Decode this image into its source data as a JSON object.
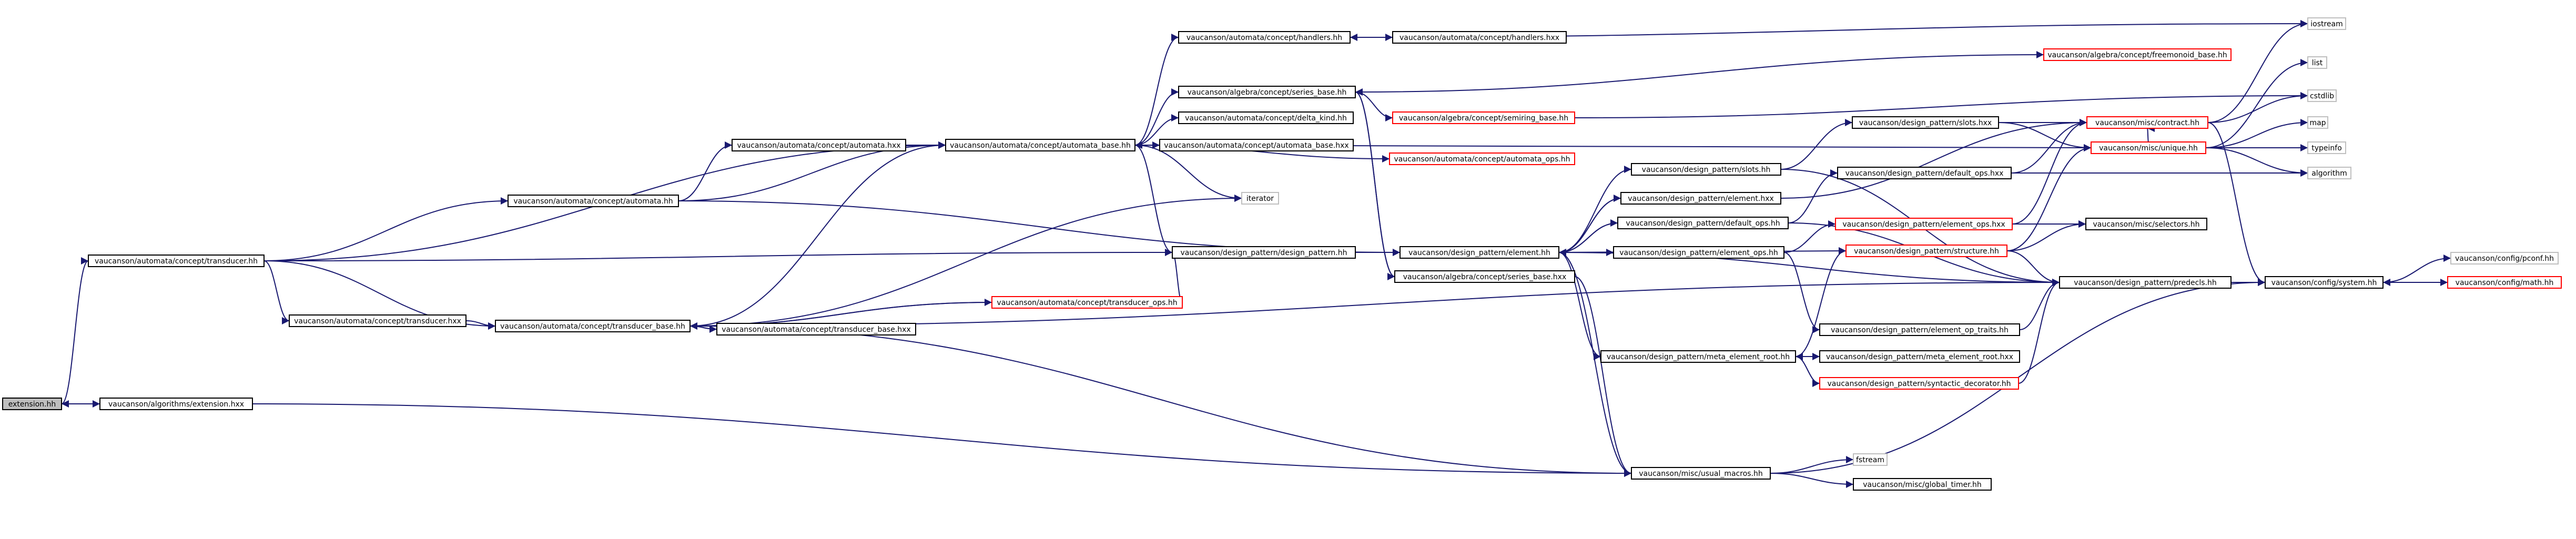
{
  "colors": {
    "edge": "#191970",
    "node_border": "#000000",
    "missing_node_border": "#ff0000",
    "plain_node_border": "#bfbfbf",
    "root_fill": "#bfbfbf",
    "node_fill": "#ffffff"
  },
  "nodes": [
    {
      "id": "extension_hh",
      "label": "extension.hh",
      "style": "root"
    },
    {
      "id": "algorithms_extension_hxx",
      "label": "vaucanson/algorithms/extension.hxx",
      "style": "normal"
    },
    {
      "id": "transducer_hh",
      "label": "vaucanson/automata/concept/transducer.hh",
      "style": "normal"
    },
    {
      "id": "automata_hh",
      "label": "vaucanson/automata/concept/automata.hh",
      "style": "normal"
    },
    {
      "id": "automata_hxx",
      "label": "vaucanson/automata/concept/automata.hxx",
      "style": "normal"
    },
    {
      "id": "transducer_hxx",
      "label": "vaucanson/automata/concept/transducer.hxx",
      "style": "normal"
    },
    {
      "id": "automata_base_hh",
      "label": "vaucanson/automata/concept/automata_base.hh",
      "style": "normal"
    },
    {
      "id": "handlers_hh",
      "label": "vaucanson/automata/concept/handlers.hh",
      "style": "normal"
    },
    {
      "id": "handlers_hxx",
      "label": "vaucanson/automata/concept/handlers.hxx",
      "style": "normal"
    },
    {
      "id": "series_base_hh",
      "label": "vaucanson/algebra/concept/series_base.hh",
      "style": "normal"
    },
    {
      "id": "delta_kind_hh",
      "label": "vaucanson/automata/concept/delta_kind.hh",
      "style": "normal"
    },
    {
      "id": "automata_base_hxx",
      "label": "vaucanson/automata/concept/automata_base.hxx",
      "style": "normal"
    },
    {
      "id": "semiring_base_hh",
      "label": "vaucanson/algebra/concept/semiring_base.hh",
      "style": "missing"
    },
    {
      "id": "automata_ops_hh",
      "label": "vaucanson/automata/concept/automata_ops.hh",
      "style": "missing"
    },
    {
      "id": "iterator",
      "label": "iterator",
      "style": "plain"
    },
    {
      "id": "design_pattern_hh",
      "label": "vaucanson/design_pattern/design_pattern.hh",
      "style": "normal"
    },
    {
      "id": "transducer_base_hh",
      "label": "vaucanson/automata/concept/transducer_base.hh",
      "style": "normal"
    },
    {
      "id": "transducer_base_hxx",
      "label": "vaucanson/automata/concept/transducer_base.hxx",
      "style": "normal"
    },
    {
      "id": "transducer_ops_hh",
      "label": "vaucanson/automata/concept/transducer_ops.hh",
      "style": "missing"
    },
    {
      "id": "element_hh",
      "label": "vaucanson/design_pattern/element.hh",
      "style": "normal"
    },
    {
      "id": "series_base_hxx",
      "label": "vaucanson/algebra/concept/series_base.hxx",
      "style": "normal"
    },
    {
      "id": "slots_hh",
      "label": "vaucanson/design_pattern/slots.hh",
      "style": "normal"
    },
    {
      "id": "element_hxx",
      "label": "vaucanson/design_pattern/element.hxx",
      "style": "normal"
    },
    {
      "id": "default_ops_hh",
      "label": "vaucanson/design_pattern/default_ops.hh",
      "style": "normal"
    },
    {
      "id": "element_ops_hh",
      "label": "vaucanson/design_pattern/element_ops.hh",
      "style": "normal"
    },
    {
      "id": "meta_element_root_hh",
      "label": "vaucanson/design_pattern/meta_element_root.hh",
      "style": "normal"
    },
    {
      "id": "meta_element_root_hxx",
      "label": "vaucanson/design_pattern/meta_element_root.hxx",
      "style": "normal"
    },
    {
      "id": "syntactic_decorator_hh",
      "label": "vaucanson/design_pattern/syntactic_decorator.hh",
      "style": "missing"
    },
    {
      "id": "slots_hxx",
      "label": "vaucanson/design_pattern/slots.hxx",
      "style": "normal"
    },
    {
      "id": "default_ops_hxx",
      "label": "vaucanson/design_pattern/default_ops.hxx",
      "style": "normal"
    },
    {
      "id": "element_ops_hxx",
      "label": "vaucanson/design_pattern/element_ops.hxx",
      "style": "missing"
    },
    {
      "id": "structure_hh",
      "label": "vaucanson/design_pattern/structure.hh",
      "style": "missing"
    },
    {
      "id": "element_op_traits_hh",
      "label": "vaucanson/design_pattern/element_op_traits.hh",
      "style": "normal"
    },
    {
      "id": "predecls_hh",
      "label": "vaucanson/design_pattern/predecls.hh",
      "style": "normal"
    },
    {
      "id": "freemonoid_base_hh",
      "label": "vaucanson/algebra/concept/freemonoid_base.hh",
      "style": "missing"
    },
    {
      "id": "contract_hh",
      "label": "vaucanson/misc/contract.hh",
      "style": "missing"
    },
    {
      "id": "unique_hh",
      "label": "vaucanson/misc/unique.hh",
      "style": "missing"
    },
    {
      "id": "selectors_hh",
      "label": "vaucanson/misc/selectors.hh",
      "style": "normal"
    },
    {
      "id": "iostream",
      "label": "iostream",
      "style": "plain"
    },
    {
      "id": "list",
      "label": "list",
      "style": "plain"
    },
    {
      "id": "cstdlib",
      "label": "cstdlib",
      "style": "plain"
    },
    {
      "id": "map",
      "label": "map",
      "style": "plain"
    },
    {
      "id": "typeinfo",
      "label": "typeinfo",
      "style": "plain"
    },
    {
      "id": "algorithm",
      "label": "algorithm",
      "style": "plain"
    },
    {
      "id": "system_hh",
      "label": "vaucanson/config/system.hh",
      "style": "normal"
    },
    {
      "id": "pconf_hh",
      "label": "vaucanson/config/pconf.hh",
      "style": "plain"
    },
    {
      "id": "math_hh",
      "label": "vaucanson/config/math.hh",
      "style": "missing"
    },
    {
      "id": "usual_macros_hh",
      "label": "vaucanson/misc/usual_macros.hh",
      "style": "normal"
    },
    {
      "id": "fstream",
      "label": "fstream",
      "style": "plain"
    },
    {
      "id": "global_timer_hh",
      "label": "vaucanson/misc/global_timer.hh",
      "style": "normal"
    }
  ],
  "edges": [
    [
      "extension_hh",
      "transducer_hh"
    ],
    [
      "extension_hh",
      "algorithms_extension_hxx"
    ],
    [
      "algorithms_extension_hxx",
      "extension_hh"
    ],
    [
      "algorithms_extension_hxx",
      "usual_macros_hh"
    ],
    [
      "transducer_hh",
      "automata_hh"
    ],
    [
      "transducer_hh",
      "transducer_hxx"
    ],
    [
      "transducer_hh",
      "transducer_base_hh"
    ],
    [
      "transducer_hh",
      "design_pattern_hh"
    ],
    [
      "transducer_hh",
      "automata_base_hh"
    ],
    [
      "automata_hh",
      "automata_hxx"
    ],
    [
      "automata_hh",
      "automata_base_hh"
    ],
    [
      "automata_hh",
      "element_hh"
    ],
    [
      "automata_hxx",
      "automata_base_hh"
    ],
    [
      "transducer_hxx",
      "transducer_base_hh"
    ],
    [
      "automata_base_hh",
      "handlers_hh"
    ],
    [
      "automata_base_hh",
      "series_base_hh"
    ],
    [
      "automata_base_hh",
      "delta_kind_hh"
    ],
    [
      "automata_base_hh",
      "automata_base_hxx"
    ],
    [
      "automata_base_hh",
      "automata_ops_hh"
    ],
    [
      "automata_base_hh",
      "iterator"
    ],
    [
      "automata_base_hh",
      "design_pattern_hh"
    ],
    [
      "automata_base_hh",
      "unique_hh"
    ],
    [
      "automata_base_hxx",
      "automata_base_hh"
    ],
    [
      "handlers_hh",
      "handlers_hxx"
    ],
    [
      "handlers_hh",
      "iostream"
    ],
    [
      "handlers_hxx",
      "handlers_hh"
    ],
    [
      "series_base_hh",
      "semiring_base_hh"
    ],
    [
      "series_base_hh",
      "series_base_hxx"
    ],
    [
      "series_base_hh",
      "freemonoid_base_hh"
    ],
    [
      "series_base_hxx",
      "series_base_hh"
    ],
    [
      "series_base_hxx",
      "usual_macros_hh"
    ],
    [
      "semiring_base_hh",
      "cstdlib"
    ],
    [
      "transducer_base_hh",
      "transducer_base_hxx"
    ],
    [
      "transducer_base_hh",
      "transducer_ops_hh"
    ],
    [
      "transducer_base_hh",
      "automata_base_hh"
    ],
    [
      "transducer_base_hh",
      "iterator"
    ],
    [
      "transducer_base_hh",
      "predecls_hh"
    ],
    [
      "transducer_base_hh",
      "usual_macros_hh"
    ],
    [
      "transducer_base_hxx",
      "transducer_base_hh"
    ],
    [
      "transducer_ops_hh",
      "transducer_base_hh"
    ],
    [
      "transducer_ops_hh",
      "design_pattern_hh"
    ],
    [
      "design_pattern_hh",
      "element_hh"
    ],
    [
      "element_hh",
      "slots_hh"
    ],
    [
      "element_hh",
      "element_hxx"
    ],
    [
      "element_hh",
      "default_ops_hh"
    ],
    [
      "element_hh",
      "element_ops_hh"
    ],
    [
      "element_hh",
      "meta_element_root_hh"
    ],
    [
      "element_hh",
      "structure_hh"
    ],
    [
      "element_hh",
      "usual_macros_hh"
    ],
    [
      "element_hh",
      "predecls_hh"
    ],
    [
      "element_hxx",
      "element_hh"
    ],
    [
      "element_hxx",
      "contract_hh"
    ],
    [
      "slots_hh",
      "slots_hxx"
    ],
    [
      "slots_hh",
      "predecls_hh"
    ],
    [
      "slots_hxx",
      "contract_hh"
    ],
    [
      "slots_hxx",
      "unique_hh"
    ],
    [
      "default_ops_hh",
      "default_ops_hxx"
    ],
    [
      "default_ops_hh",
      "element_hh"
    ],
    [
      "default_ops_hh",
      "predecls_hh"
    ],
    [
      "default_ops_hxx",
      "contract_hh"
    ],
    [
      "default_ops_hxx",
      "algorithm"
    ],
    [
      "element_ops_hh",
      "element_ops_hxx"
    ],
    [
      "element_ops_hh",
      "element_op_traits_hh"
    ],
    [
      "element_ops_hxx",
      "selectors_hh"
    ],
    [
      "element_ops_hxx",
      "contract_hh"
    ],
    [
      "element_op_traits_hh",
      "predecls_hh"
    ],
    [
      "meta_element_root_hh",
      "meta_element_root_hxx"
    ],
    [
      "meta_element_root_hh",
      "syntactic_decorator_hh"
    ],
    [
      "meta_element_root_hh",
      "structure_hh"
    ],
    [
      "meta_element_root_hxx",
      "meta_element_root_hh"
    ],
    [
      "syntactic_decorator_hh",
      "predecls_hh"
    ],
    [
      "structure_hh",
      "selectors_hh"
    ],
    [
      "structure_hh",
      "predecls_hh"
    ],
    [
      "structure_hh",
      "unique_hh"
    ],
    [
      "predecls_hh",
      "system_hh"
    ],
    [
      "contract_hh",
      "iostream"
    ],
    [
      "contract_hh",
      "cstdlib"
    ],
    [
      "contract_hh",
      "system_hh"
    ],
    [
      "unique_hh",
      "list"
    ],
    [
      "unique_hh",
      "map"
    ],
    [
      "unique_hh",
      "typeinfo"
    ],
    [
      "unique_hh",
      "algorithm"
    ],
    [
      "unique_hh",
      "contract_hh"
    ],
    [
      "system_hh",
      "pconf_hh"
    ],
    [
      "system_hh",
      "math_hh"
    ],
    [
      "math_hh",
      "system_hh"
    ],
    [
      "usual_macros_hh",
      "fstream"
    ],
    [
      "usual_macros_hh",
      "global_timer_hh"
    ],
    [
      "usual_macros_hh",
      "system_hh"
    ]
  ]
}
